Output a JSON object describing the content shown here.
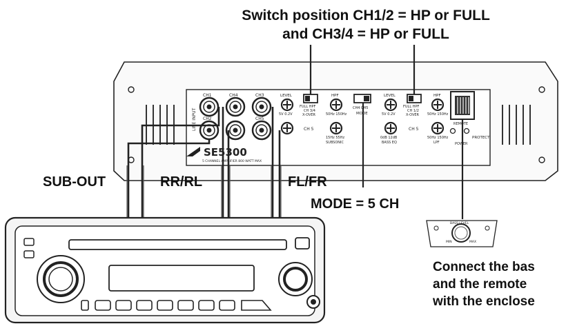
{
  "title": {
    "line1": "Switch position CH1/2 = HP or FULL",
    "line2": "and CH3/4 = HP or FULL"
  },
  "labels": {
    "sub_out": "SUB-OUT",
    "rr_rl": "RR/RL",
    "fl_fr": "FL/FR",
    "mode": "MODE = 5 CH"
  },
  "note": {
    "line1": "Connect the bas",
    "line2": "and the remote",
    "line3": "with the enclose"
  },
  "amplifier": {
    "brand": "SE5300",
    "subtitle": "5 CHANNEL AMPLIFIER 800 WATT MAX",
    "input_label": "LINE INPUT",
    "channels": [
      "CH1",
      "CH4",
      "CH3",
      "CH2",
      "CH5"
    ],
    "crossover1": "FULL HPF",
    "crossover1_sub": "CH 3/4",
    "crossover1_x": "X-OVER",
    "crossover2": "FULL HPF",
    "crossover2_sub": "CH 1/2",
    "crossover2_x": "X-OVER",
    "mode_label": "MODE",
    "mode_opts": "CH4  CH5",
    "level_label": "LEVEL",
    "hpf_label": "HPF",
    "lpf_label": "LPF",
    "bass_eq": "BASS EQ",
    "subsonic": "SUBSONIC",
    "protect": "PROTECT",
    "power": "POWER",
    "remote": "REMOTE",
    "ch5_label": "CH 5",
    "v_range": "5V  0.2V",
    "hz_range": "50Hz 150Hz",
    "db_range": "0dB  12dB",
    "sub_hz": "15Hz  55Hz"
  },
  "remote_knob": {
    "label": "BASS LEVEL",
    "min": "MIN",
    "max": "MAX"
  }
}
